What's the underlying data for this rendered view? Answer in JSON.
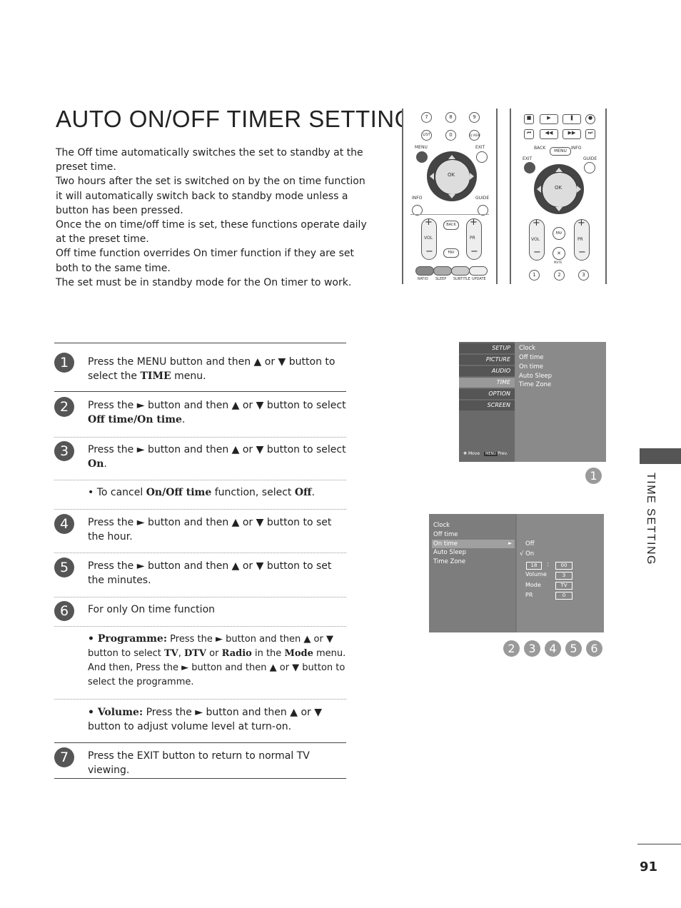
{
  "page": {
    "title": "AUTO ON/OFF TIMER SETTING",
    "intro": [
      "The Off time automatically switches the set to standby at the preset time.",
      "Two hours after the set is switched on by the on time function it will automatically switch back to standby mode unless a button has been pressed.",
      "Once the on time/off time is set, these functions operate daily at the preset time.",
      "Off time function overrides On timer function if they are set both to the same time.",
      "The set must be in standby mode for the On timer to work."
    ],
    "side_label": "TIME SETTING",
    "page_number": "91"
  },
  "remote_left": {
    "top_row": [
      "7",
      "8",
      "9"
    ],
    "row2": [
      "LIST",
      "0",
      "Q.VIEW"
    ],
    "menu": "MENU",
    "exit": "EXIT",
    "ok": "OK",
    "info": "INFO",
    "guide": "GUIDE",
    "vol": "VOL",
    "pr": "PR",
    "back": "BACK",
    "fav": "FAV",
    "bottom": [
      "RATIO",
      "SLEEP",
      "SUBTITLE",
      "UPDATE"
    ]
  },
  "remote_right": {
    "back": "BACK",
    "info": "INFO",
    "menu": "MENU",
    "exit": "EXIT",
    "guide": "GUIDE",
    "ok": "OK",
    "vol": "VOL",
    "pr": "PR",
    "fav": "FAV",
    "mute": "MUTE",
    "bottom": [
      "1",
      "2",
      "3"
    ]
  },
  "steps": [
    {
      "num": "1",
      "pre": "Press the ",
      "k1": "MENU",
      "mid": " button and then ▲ or ▼ button to select the ",
      "k2": "TIME",
      "post": " menu."
    },
    {
      "num": "2",
      "pre": "Press the ► button and then ▲ or ▼ button to select ",
      "k1": "Off time/On time",
      "post": "."
    },
    {
      "num": "3",
      "pre": "Press the ► button and then ▲ or ▼ button to select ",
      "k1": "On",
      "post": "."
    },
    {
      "pre": "• To cancel ",
      "k1": "On/Off time",
      "mid": " function, select ",
      "k2": "Off",
      "post": "."
    },
    {
      "num": "4",
      "text": "Press the ► button and then ▲ or ▼ button to set the hour."
    },
    {
      "num": "5",
      "text": "Press the ► button and then ▲ or ▼ button to set the minutes."
    },
    {
      "num": "6",
      "text": "For only On time function"
    },
    {
      "k1": "• Programme:",
      "a": " Press the ► button and then ▲ or ▼ button to select ",
      "k2": "TV",
      "b": ", ",
      "k3": "DTV",
      "c": " or ",
      "k4": "Radio",
      "d": " in the ",
      "k5": "Mode",
      "e": " menu. And then, Press the ► button and then ▲ or ▼ button to select the programme."
    },
    {
      "k1": "• Volume:",
      "a": " Press the ► button and then ▲ or ▼ button to adjust volume level at turn-on."
    },
    {
      "num": "7",
      "pre": "Press the ",
      "k1": "EXIT",
      "post": " button to return to normal TV viewing."
    }
  ],
  "osd1": {
    "menu": [
      "SETUP",
      "PICTURE",
      "AUDIO",
      "TIME",
      "OPTION",
      "SCREEN"
    ],
    "items": [
      "Clock",
      "Off time",
      "On time",
      "Auto Sleep",
      "Time Zone"
    ],
    "footer_move": "Move",
    "footer_menu": "MENU",
    "footer_prev": "Prev.",
    "badge": "1"
  },
  "osd2": {
    "items": [
      "Clock",
      "Off time",
      "On time",
      "Auto Sleep",
      "Time Zone"
    ],
    "selected": "On time",
    "options": [
      "Off",
      "√ On"
    ],
    "hour": "18",
    "sep": ":",
    "minute": "00",
    "volume_label": "Volume",
    "volume": "3",
    "mode_label": "Mode",
    "mode": "TV",
    "pr_label": "PR",
    "pr": "0",
    "badges": [
      "2",
      "3",
      "4",
      "5",
      "6"
    ]
  }
}
